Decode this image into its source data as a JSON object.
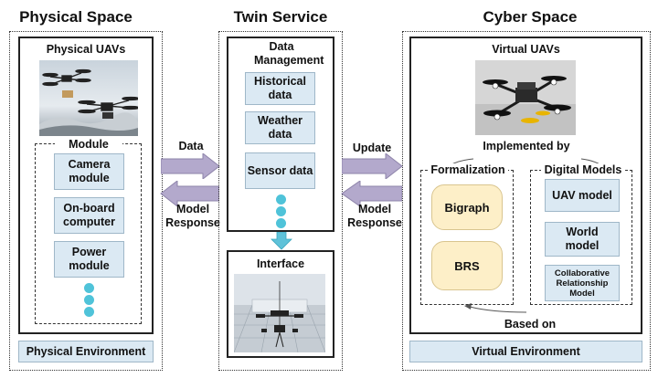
{
  "columns": {
    "physical": {
      "title": "Physical Space",
      "uavs_label": "Physical UAVs",
      "module_label": "Module",
      "modules": [
        "Camera module",
        "On-board computer",
        "Power module"
      ],
      "environment": "Physical Environment"
    },
    "twin": {
      "title": "Twin Service",
      "data_mgmt_label": "Data Management",
      "data_items": [
        "Historical data",
        "Weather data",
        "Sensor data"
      ],
      "interface_label": "Interface"
    },
    "cyber": {
      "title": "Cyber Space",
      "uavs_label": "Virtual UAVs",
      "implemented_by": "Implemented by",
      "formalization_label": "Formalization",
      "formalization_items": [
        "Bigraph",
        "BRS"
      ],
      "digital_models_label": "Digital Models",
      "digital_models": [
        "UAV model",
        "World model",
        "Collaborative Relationship Model"
      ],
      "based_on": "Based on",
      "environment": "Virtual Environment"
    }
  },
  "arrows": {
    "data": "Data",
    "model_response_left": "Model Response",
    "update": "Update",
    "model_response_right": "Model Response"
  },
  "colors": {
    "arrow": "#b3a9cc",
    "box_blue": "#dbe9f3",
    "box_yellow": "#fdefc8",
    "dot": "#4fc3d9"
  }
}
